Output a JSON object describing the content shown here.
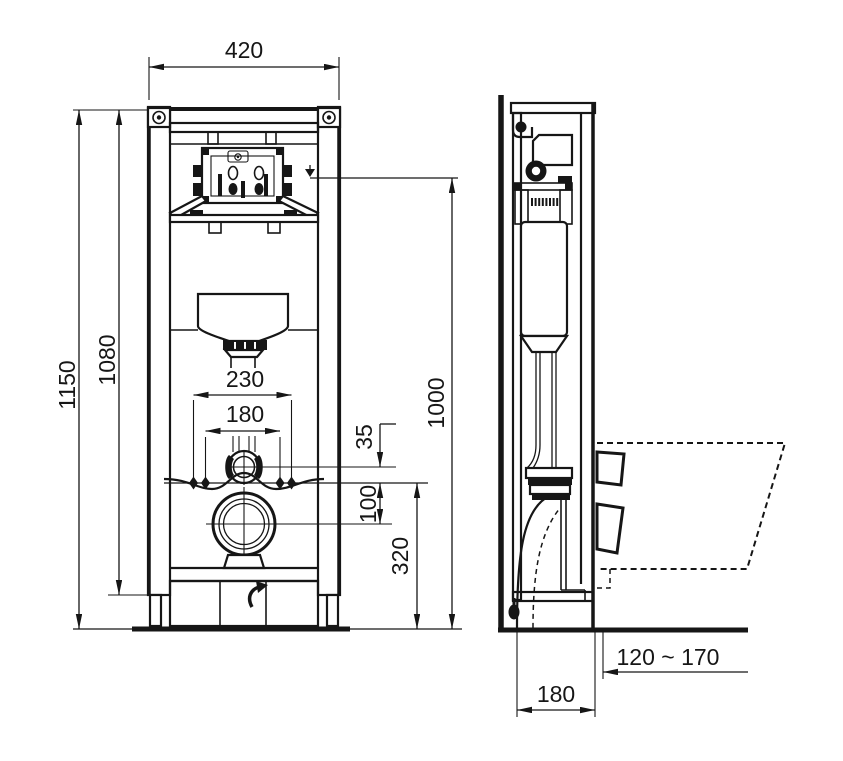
{
  "dims": {
    "front": {
      "width": "420",
      "total_height": "1150",
      "frame_height": "1080",
      "flush_water_height": "1000",
      "outer_fixing_spacing": "230",
      "inner_fixing_spacing": "180",
      "flush_offset": "35",
      "fixing_to_outlet": "100",
      "outlet_height": "320"
    },
    "side": {
      "outlet_adjust_range": "120 ~ 170",
      "frame_depth": "180"
    }
  }
}
